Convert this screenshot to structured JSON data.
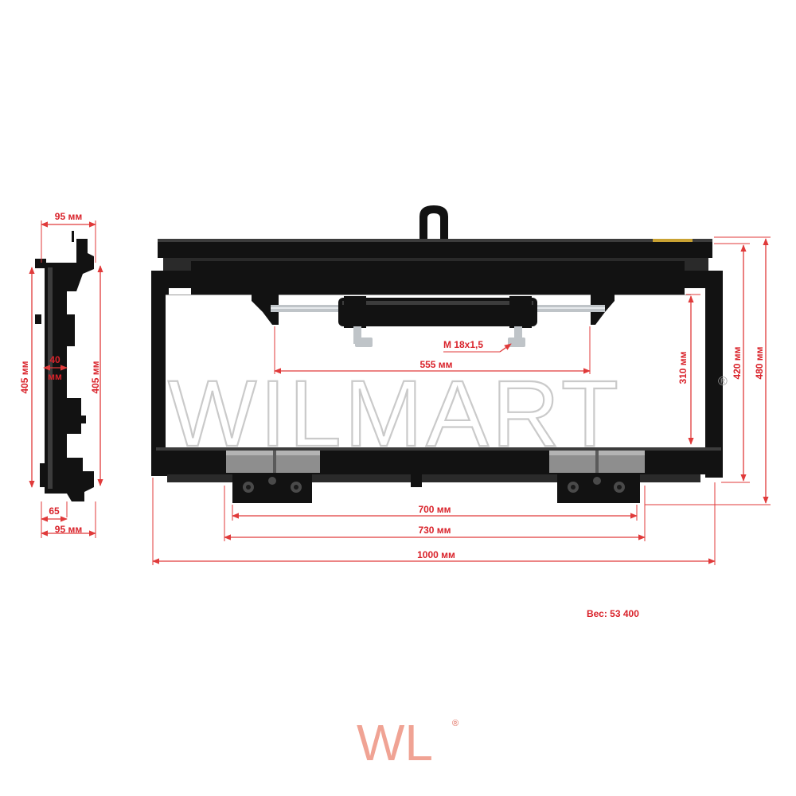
{
  "watermark": {
    "text": "WILMART",
    "registered": "®"
  },
  "logo": {
    "text": "WL",
    "registered": "®"
  },
  "weight_label": "Вес: 53 400",
  "side_view": {
    "top_width": "95 мм",
    "left_height": "405 мм",
    "right_height": "405 мм",
    "inner_40_top": "40",
    "inner_40_bottom": "мм",
    "bottom_65": "65",
    "bottom_95": "95 мм"
  },
  "front_view": {
    "thread": "M 18x1,5",
    "cylinder_span": "555 мм",
    "inner_height": "310 мм",
    "height_420": "420 мм",
    "height_480": "480 мм",
    "width_700": "700 мм",
    "width_730": "730 мм",
    "width_1000": "1000 мм"
  },
  "colors": {
    "dimension": "#e03a3a",
    "logo_light": "#f2b4a8",
    "logo_dark": "#e06a5a",
    "steel": "#121212"
  }
}
